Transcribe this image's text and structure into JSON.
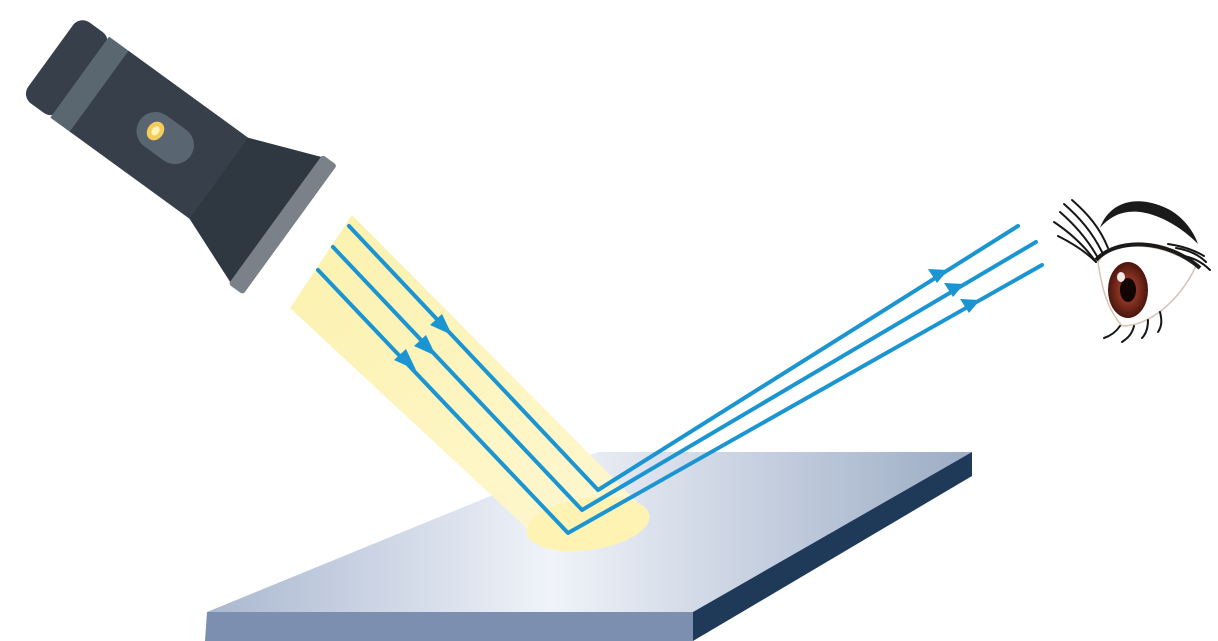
{
  "diagram": {
    "type": "reflection-of-light",
    "objects": [
      "flashlight",
      "light-beam",
      "light-rays",
      "mirror-surface",
      "eye"
    ],
    "ray_count": 3,
    "colors": {
      "ray": "#1b95d2",
      "beam": "#fdf3b0",
      "beam_spot": "#fff6c2",
      "flashlight_body": "#37404a",
      "flashlight_head": "#2c343d",
      "flashlight_bezel": "#7b8189",
      "flashlight_band": "#5b6770",
      "switch_led": "#f4cc5a",
      "mirror_top_light": "#eef1f8",
      "mirror_top_dark": "#9eafc8",
      "mirror_front": "#7d8fb0",
      "mirror_side": "#1e3a58",
      "iris": "#7a2a1f",
      "lash": "#161616"
    }
  }
}
